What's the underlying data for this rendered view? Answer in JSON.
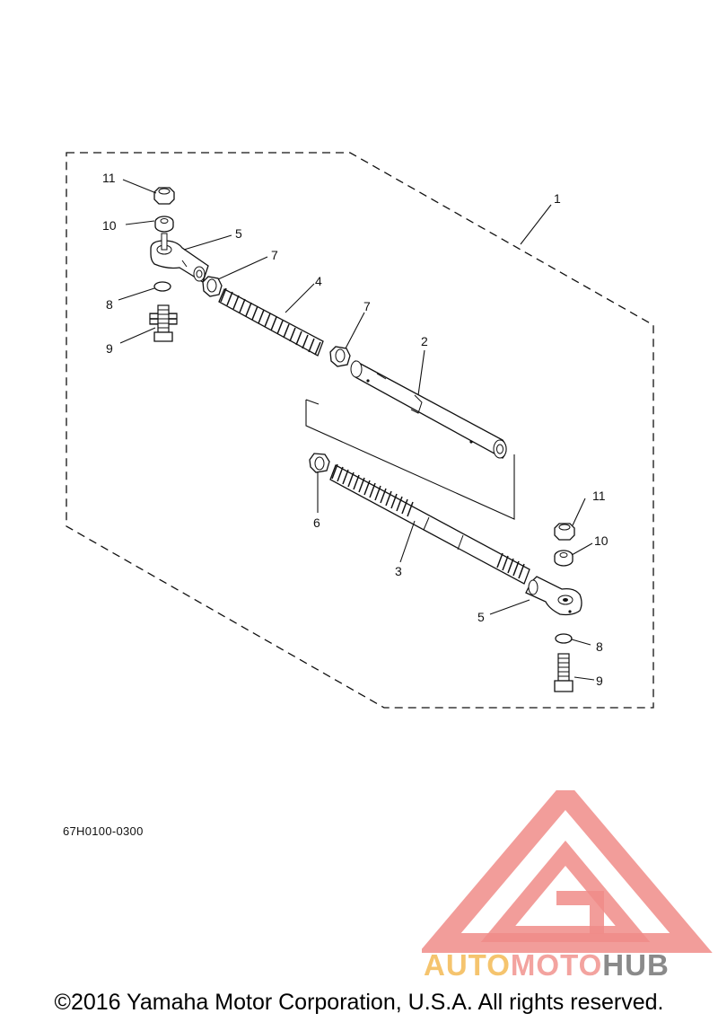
{
  "callouts": {
    "c1": "1",
    "c2": "2",
    "c3": "3",
    "c4": "4",
    "c5a": "5",
    "c5b": "5",
    "c6": "6",
    "c7a": "7",
    "c7b": "7",
    "c8a": "8",
    "c8b": "8",
    "c9a": "9",
    "c9b": "9",
    "c10a": "10",
    "c10b": "10",
    "c11a": "11",
    "c11b": "11"
  },
  "part_code": "67H0100-0300",
  "copyright": "©2016 Yamaha Motor Corporation, U.S.A. All rights reserved.",
  "watermark": {
    "part1": "AUTO",
    "part2": "MOTO",
    "part3": "HUB",
    "colors": {
      "logo": "#f08c88",
      "auto": "#f5c46e",
      "moto": "#f3a39f",
      "hub": "#8a8a8a"
    }
  },
  "colors": {
    "line": "#111111",
    "background": "#ffffff"
  }
}
